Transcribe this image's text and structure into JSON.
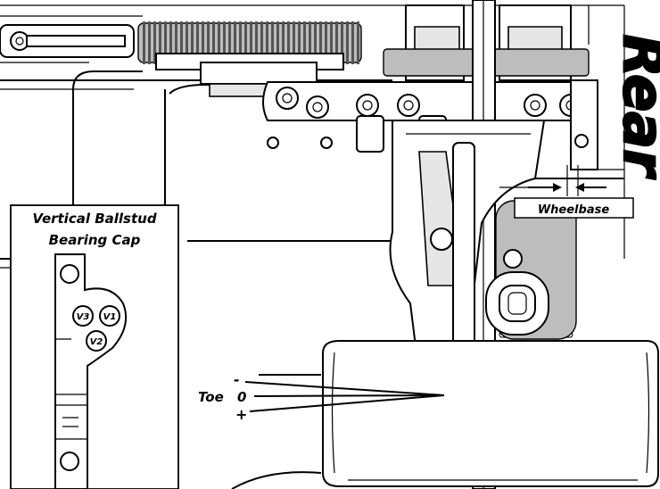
{
  "title_rear": "Rear",
  "inset": {
    "title_line1": "Vertical Ballstud",
    "title_line2": "Bearing Cap",
    "positions": [
      "V3",
      "V1",
      "V2"
    ]
  },
  "toe": {
    "label": "Toe",
    "minus": "-",
    "zero": "0",
    "plus": "+"
  },
  "wheelbase_label": "Wheelbase"
}
